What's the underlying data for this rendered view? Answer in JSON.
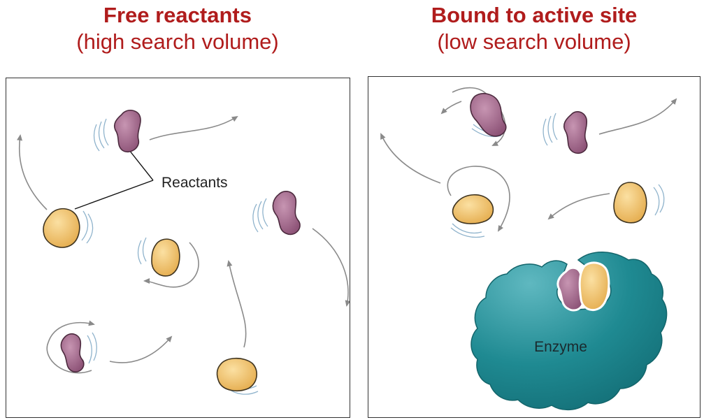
{
  "left_panel": {
    "title": "Free reactants",
    "subtitle": "(high search volume)",
    "label": "Reactants"
  },
  "right_panel": {
    "title": "Bound to active site",
    "subtitle": "(low search volume)",
    "label": "Enzyme"
  },
  "colors": {
    "heading": "#b01c1c",
    "purple_reactant": "#a4678a",
    "yellow_reactant": "#f1c36a",
    "enzyme": "#1f8a92",
    "arrow": "#8a8a8a",
    "motion_lines": "#8fb3cc"
  }
}
